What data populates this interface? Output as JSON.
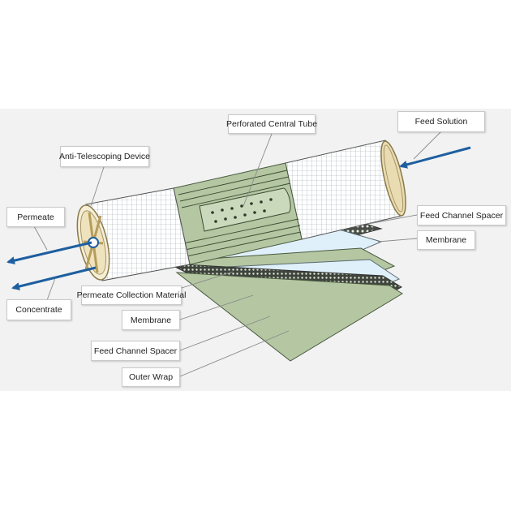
{
  "labels": {
    "perforated_central_tube": "Perforated Central Tube",
    "feed_solution": "Feed Solution",
    "anti_telescoping_device": "Anti-Telescoping Device",
    "feed_channel_spacer_top": "Feed Channel Spacer",
    "membrane_top": "Membrane",
    "permeate": "Permeate",
    "permeate_collection_material": "Permeate Collection Material",
    "concentrate": "Concentrate",
    "membrane_bottom": "Membrane",
    "feed_channel_spacer_bottom": "Feed Channel Spacer",
    "outer_wrap": "Outer Wrap"
  },
  "colors": {
    "flow_arrow": "#1e5fa0",
    "green_layer": "#b4c7a2",
    "green_dark": "#6e8c5a",
    "membrane_sheet": "#dff0fb",
    "end_cap_ring": "#d9c58c",
    "leader_line": "#8a8a8a"
  }
}
